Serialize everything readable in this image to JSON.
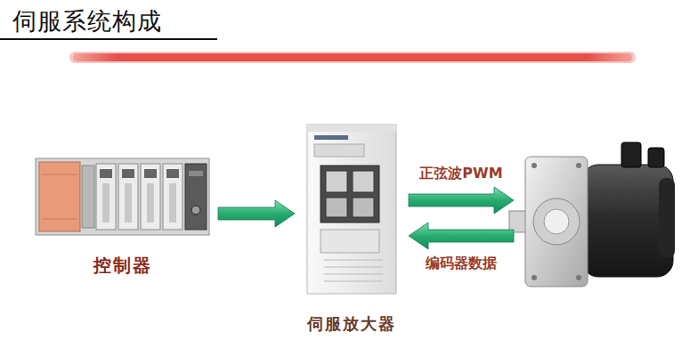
{
  "diagram": {
    "title": "伺服系统构成",
    "nodes": [
      {
        "text": [
          "控制器"
        ]
      },
      {
        "text": [
          "伺服放大器"
        ]
      },
      {
        "text": []
      }
    ],
    "edges": [
      {
        "from": 0,
        "to": 1,
        "arrow": "to"
      },
      {
        "from": 1,
        "to": 2,
        "arrow": "to",
        "label": "正弦波PWM"
      },
      {
        "from": 2,
        "to": 1,
        "arrow": "to",
        "label": "编码器数据"
      }
    ]
  }
}
